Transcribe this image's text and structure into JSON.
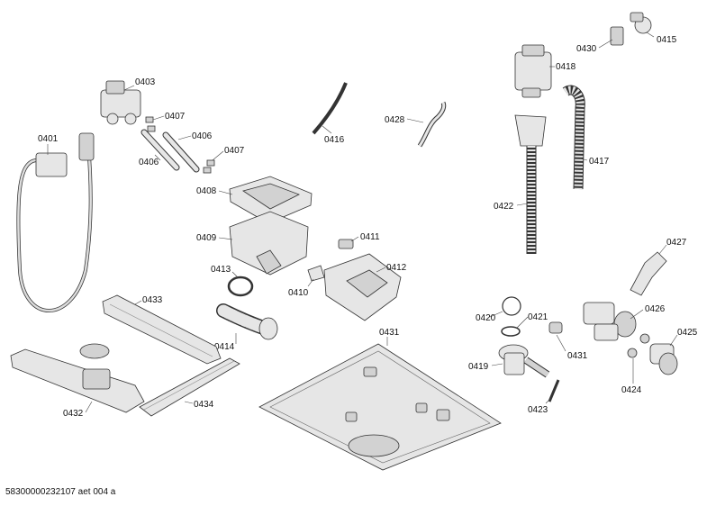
{
  "doc_id": "58300000232107 aet 004 a",
  "labels": {
    "p0401": "0401",
    "p0403": "0403",
    "p0406a": "0406",
    "p0406b": "0406",
    "p0407a": "0407",
    "p0407b": "0407",
    "p0408": "0408",
    "p0409": "0409",
    "p0410": "0410",
    "p0411": "0411",
    "p0412": "0412",
    "p0413": "0413",
    "p0414": "0414",
    "p0415": "0415",
    "p0416": "0416",
    "p0417": "0417",
    "p0418": "0418",
    "p0419": "0419",
    "p0420": "0420",
    "p0421": "0421",
    "p0422": "0422",
    "p0423": "0423",
    "p0424": "0424",
    "p0425": "0425",
    "p0426": "0426",
    "p0427": "0427",
    "p0428": "0428",
    "p0430": "0430",
    "p0431a": "0431",
    "p0431b": "0431",
    "p0432": "0432",
    "p0433": "0433",
    "p0434": "0434"
  }
}
